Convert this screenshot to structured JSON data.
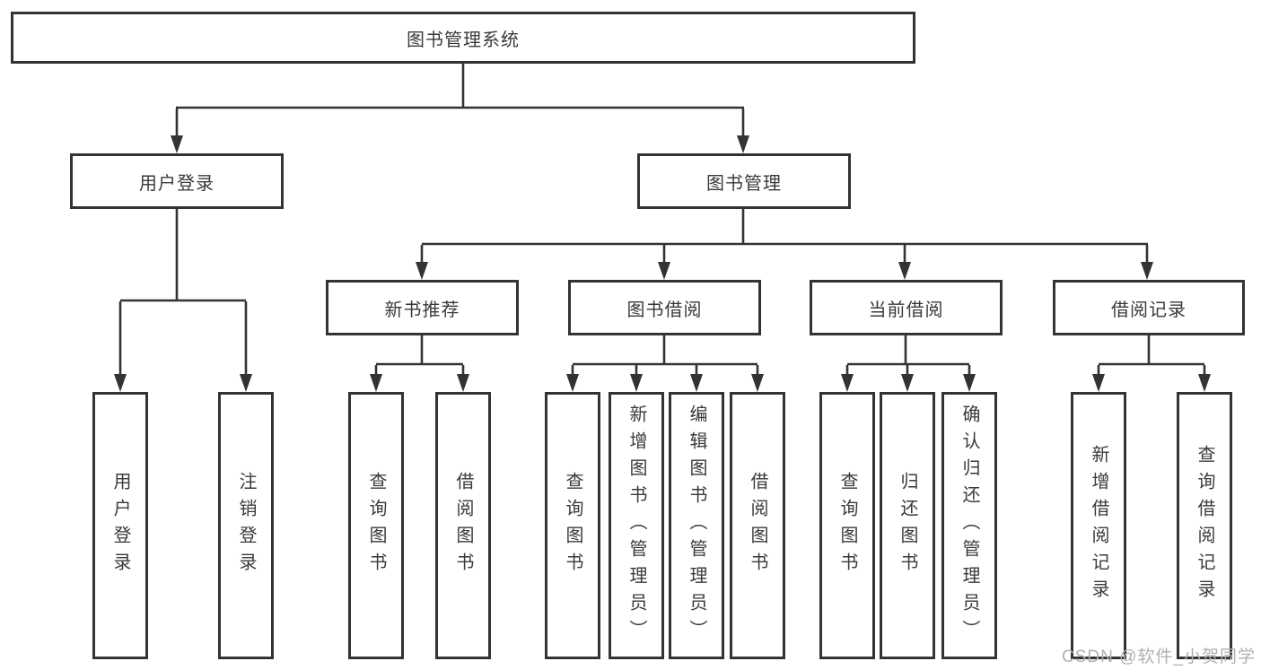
{
  "diagram": {
    "title": "图书管理系统",
    "root": {
      "label": "图书管理系统"
    },
    "level2": [
      {
        "label": "用户登录"
      },
      {
        "label": "图书管理"
      }
    ],
    "level3": [
      {
        "label": "新书推荐",
        "parent": "图书管理"
      },
      {
        "label": "图书借阅",
        "parent": "图书管理"
      },
      {
        "label": "当前借阅",
        "parent": "图书管理"
      },
      {
        "label": "借阅记录",
        "parent": "图书管理"
      }
    ],
    "leaves": [
      {
        "label": "用户登录",
        "parent": "用户登录"
      },
      {
        "label": "注销登录",
        "parent": "用户登录"
      },
      {
        "label": "查询图书",
        "parent": "新书推荐"
      },
      {
        "label": "借阅图书",
        "parent": "新书推荐"
      },
      {
        "label": "查询图书",
        "parent": "图书借阅"
      },
      {
        "label": "新增图书（管理员）",
        "parent": "图书借阅"
      },
      {
        "label": "编辑图书（管理员）",
        "parent": "图书借阅"
      },
      {
        "label": "借阅图书",
        "parent": "图书借阅"
      },
      {
        "label": "查询图书",
        "parent": "当前借阅"
      },
      {
        "label": "归还图书",
        "parent": "当前借阅"
      },
      {
        "label": "确认归还（管理员）",
        "parent": "当前借阅"
      },
      {
        "label": "新增借阅记录",
        "parent": "借阅记录"
      },
      {
        "label": "查询借阅记录",
        "parent": "借阅记录"
      }
    ]
  },
  "watermark": {
    "text": "CSDN @软件_小贺同学"
  },
  "colors": {
    "line": "#333333",
    "border": "#333333",
    "text": "#3a3a3a",
    "background": "#ffffff",
    "watermark": "#b0b0b0"
  }
}
